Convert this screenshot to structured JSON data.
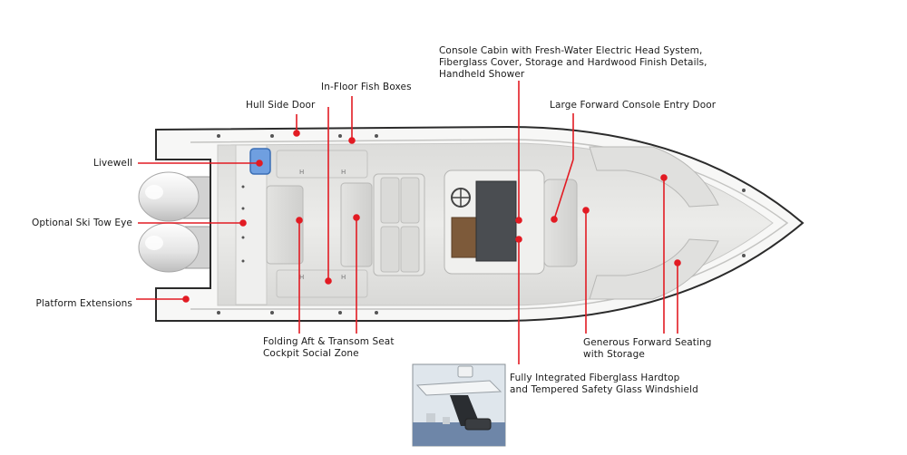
{
  "colors": {
    "accent": "#e21b23",
    "hull_outline": "#2b2b2b",
    "deck": "#e9e9e7",
    "livewell": "#6f9fe0",
    "text": "#1a1a1a"
  },
  "callouts": {
    "console_cabin": "Console Cabin with Fresh-Water Electric Head System,\nFiberglass Cover, Storage and Hardwood Finish Details,\nHandheld Shower",
    "in_floor_fish_boxes": "In-Floor Fish Boxes",
    "hull_side_door": "Hull Side Door",
    "large_forward_entry_door": "Large Forward Console Entry Door",
    "livewell": "Livewell",
    "optional_ski_tow_eye": "Optional Ski Tow Eye",
    "platform_extensions": "Platform Extensions",
    "folding_aft_seat": "Folding Aft & Transom Seat\nCockpit Social Zone",
    "generous_forward_seating": "Generous Forward Seating\nwith Storage",
    "hardtop_windshield": "Fully Integrated Fiberglass Hardtop\nand Tempered Safety Glass Windshield"
  },
  "icons": {
    "steering_wheel": "steering-wheel-icon",
    "outboard_engine": "outboard-engine-icon",
    "inset_photo": "hardtop-inset-image"
  }
}
